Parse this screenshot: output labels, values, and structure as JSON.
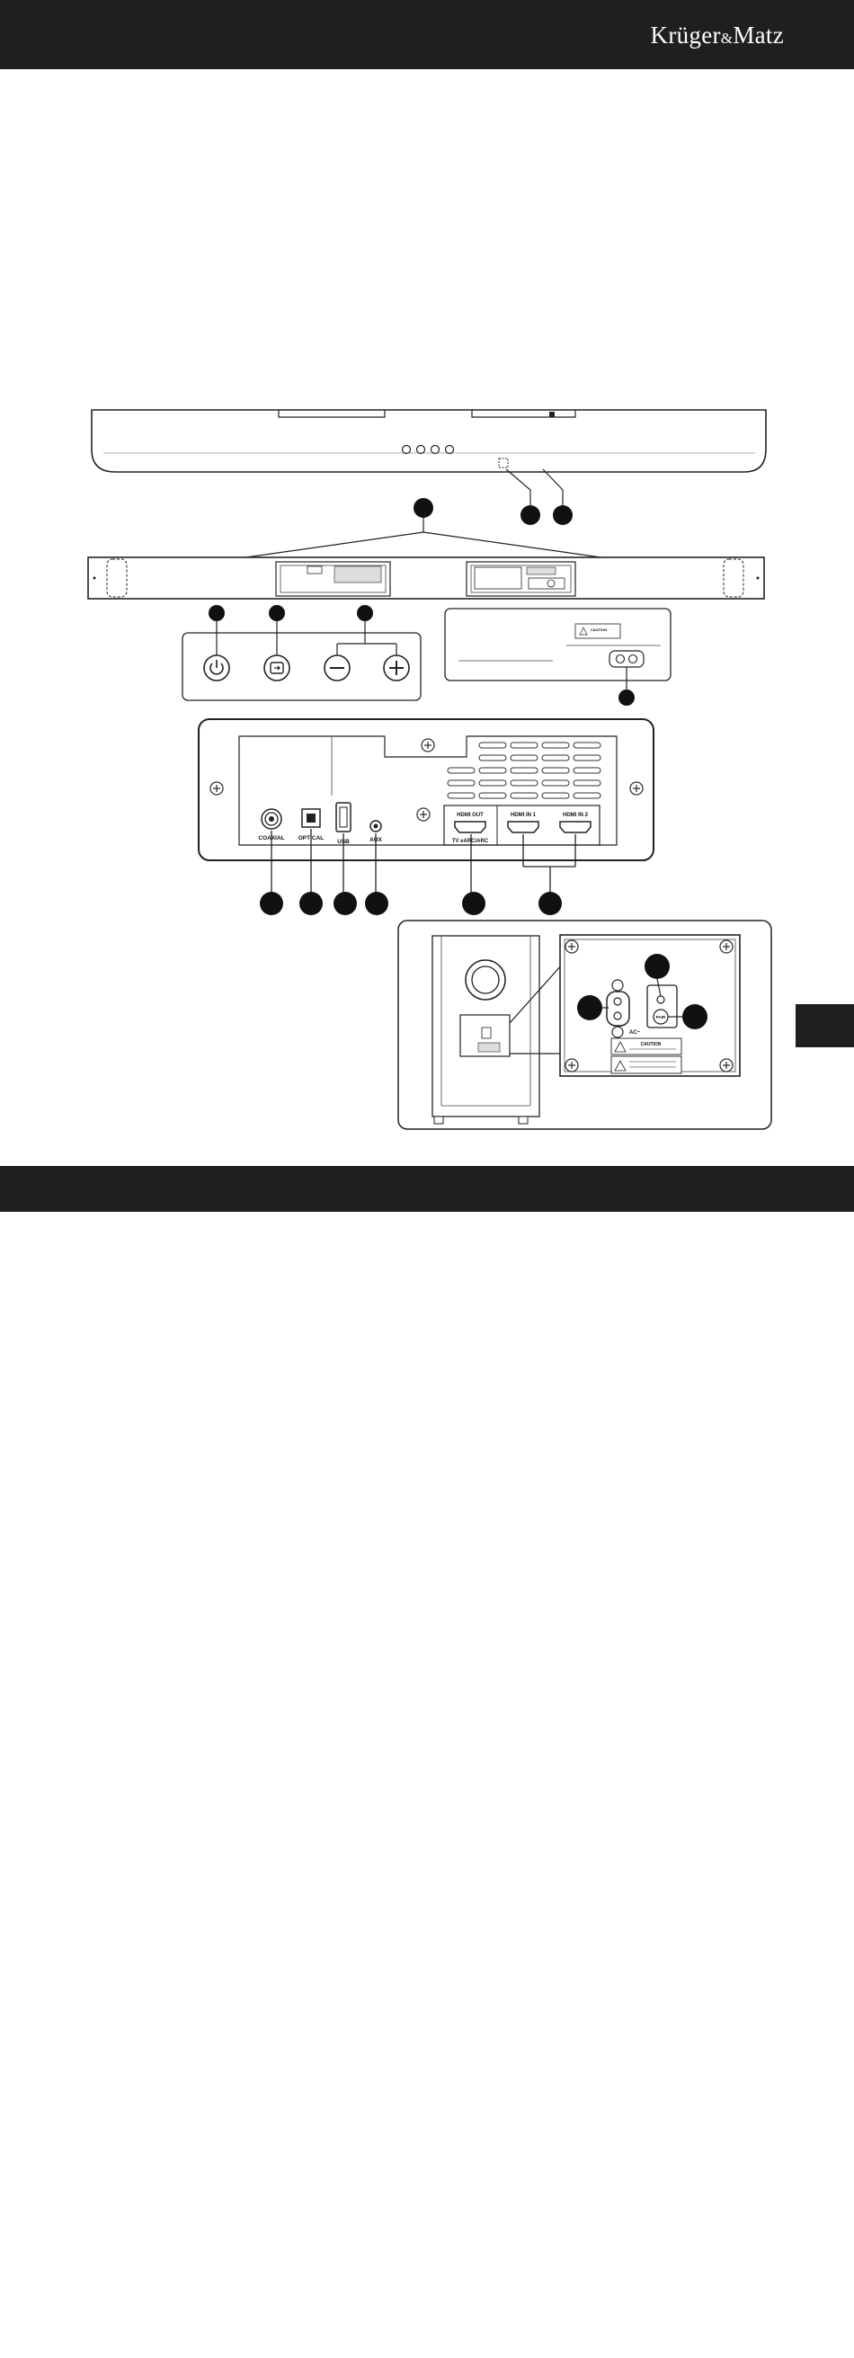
{
  "brand": {
    "name": "Krüger",
    "amp": "&",
    "suffix": "Matz"
  },
  "panel_labels": {
    "optical_small": "OPTICAL",
    "coaxial": "COAXIAL",
    "optical": "OPTICAL",
    "usb": "USB",
    "aux": "AUX",
    "hdmi_out": "HDMI OUT",
    "tv_earc": "TV eARC/ARC",
    "hdmi_in1": "HDMI IN 1",
    "hdmi_in2": "HDMI IN 2",
    "caution": "CAUTION",
    "ac": "AC~",
    "pair": "PAIR"
  },
  "icons": [
    "power-icon",
    "source-icon",
    "minus-icon",
    "plus-icon",
    "screw-icon"
  ]
}
